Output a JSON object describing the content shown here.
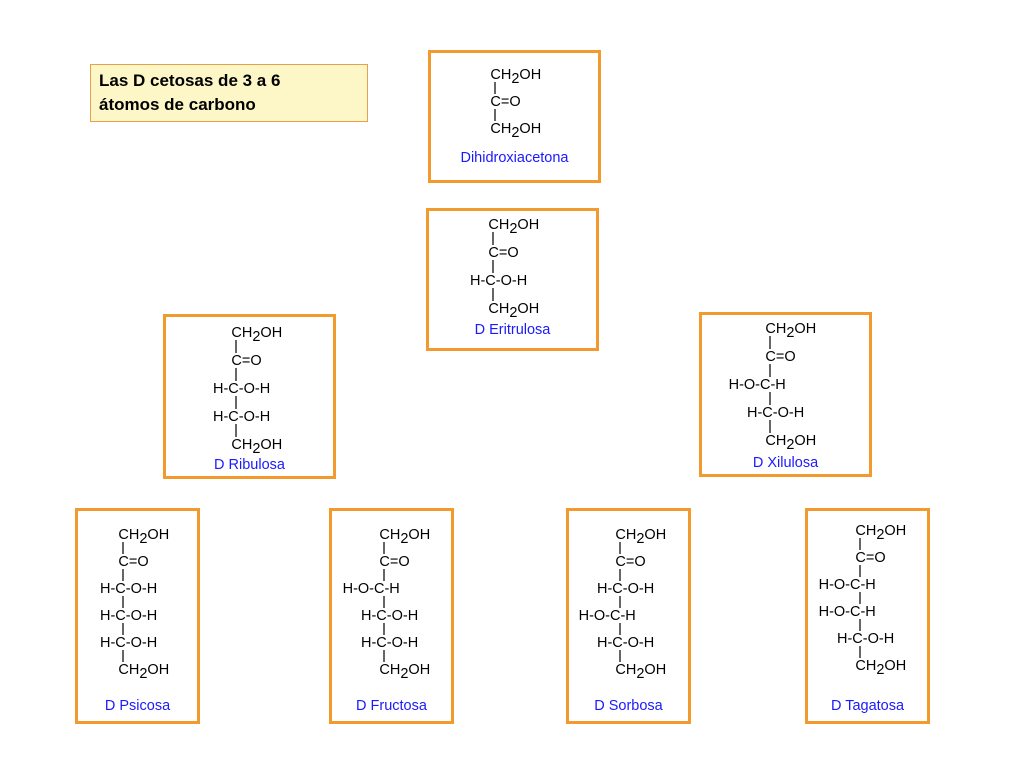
{
  "title": {
    "line1": "Las D cetosas de 3 a 6",
    "line2": "átomos de carbono"
  },
  "ketoses": [
    {
      "id": "dihidroxiacetona",
      "name": "Dihidroxiacetona",
      "rows": [
        "CH2OH",
        "C=O",
        "CH2OH"
      ]
    },
    {
      "id": "eritrulosa",
      "name": "D Eritrulosa",
      "rows": [
        "CH2OH",
        "C=O",
        "H-C-O-H",
        "CH2OH"
      ]
    },
    {
      "id": "ribulosa",
      "name": "D Ribulosa",
      "rows": [
        "CH2OH",
        "C=O",
        "H-C-O-H",
        "H-C-O-H",
        "CH2OH"
      ]
    },
    {
      "id": "xilulosa",
      "name": "D Xilulosa",
      "rows": [
        "CH2OH",
        "C=O",
        "H-O-C-H",
        "H-C-O-H",
        "CH2OH"
      ]
    },
    {
      "id": "psicosa",
      "name": "D Psicosa",
      "rows": [
        "CH2OH",
        "C=O",
        "H-C-O-H",
        "H-C-O-H",
        "H-C-O-H",
        "CH2OH"
      ]
    },
    {
      "id": "fructosa",
      "name": "D Fructosa",
      "rows": [
        "CH2OH",
        "C=O",
        "H-O-C-H",
        "H-C-O-H",
        "H-C-O-H",
        "CH2OH"
      ]
    },
    {
      "id": "sorbosa",
      "name": "D Sorbosa",
      "rows": [
        "CH2OH",
        "C=O",
        "H-C-O-H",
        "H-O-C-H",
        "H-C-O-H",
        "CH2OH"
      ]
    },
    {
      "id": "tagatosa",
      "name": "D Tagatosa",
      "rows": [
        "CH2OH",
        "C=O",
        "H-O-C-H",
        "H-O-C-H",
        "H-C-O-H",
        "CH2OH"
      ]
    }
  ]
}
